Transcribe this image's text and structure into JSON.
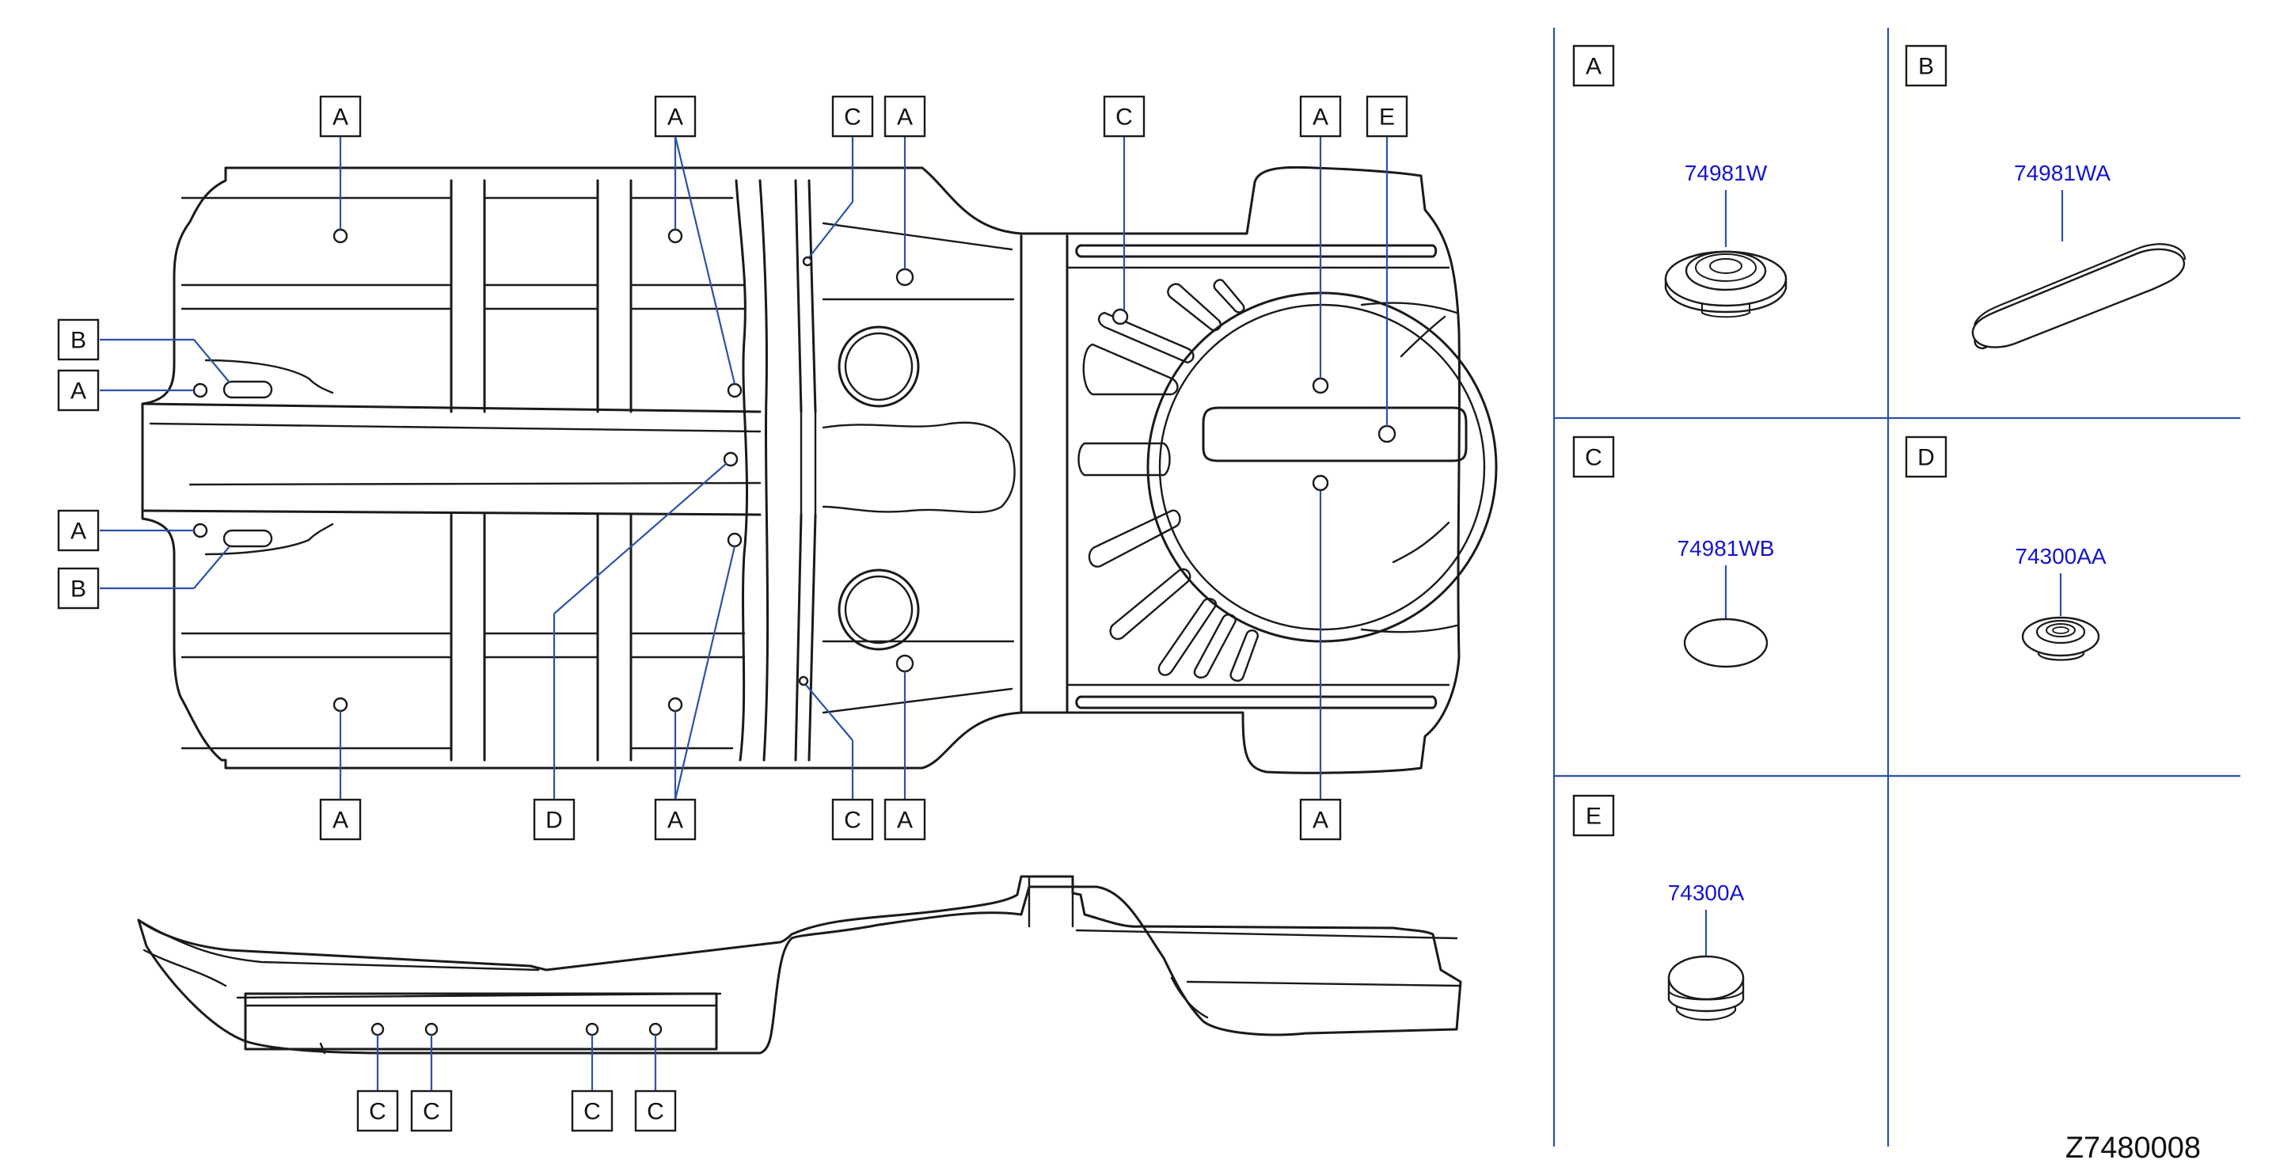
{
  "callouts": {
    "a": "A",
    "b": "B",
    "c": "C",
    "d": "D",
    "e": "E"
  },
  "parts": [
    {
      "letter": "A",
      "part_number": "74981W"
    },
    {
      "letter": "B",
      "part_number": "74981WA"
    },
    {
      "letter": "C",
      "part_number": "74981WB"
    },
    {
      "letter": "D",
      "part_number": "74300AA"
    },
    {
      "letter": "E",
      "part_number": "74300A"
    }
  ],
  "diagram_code": "Z7480008"
}
